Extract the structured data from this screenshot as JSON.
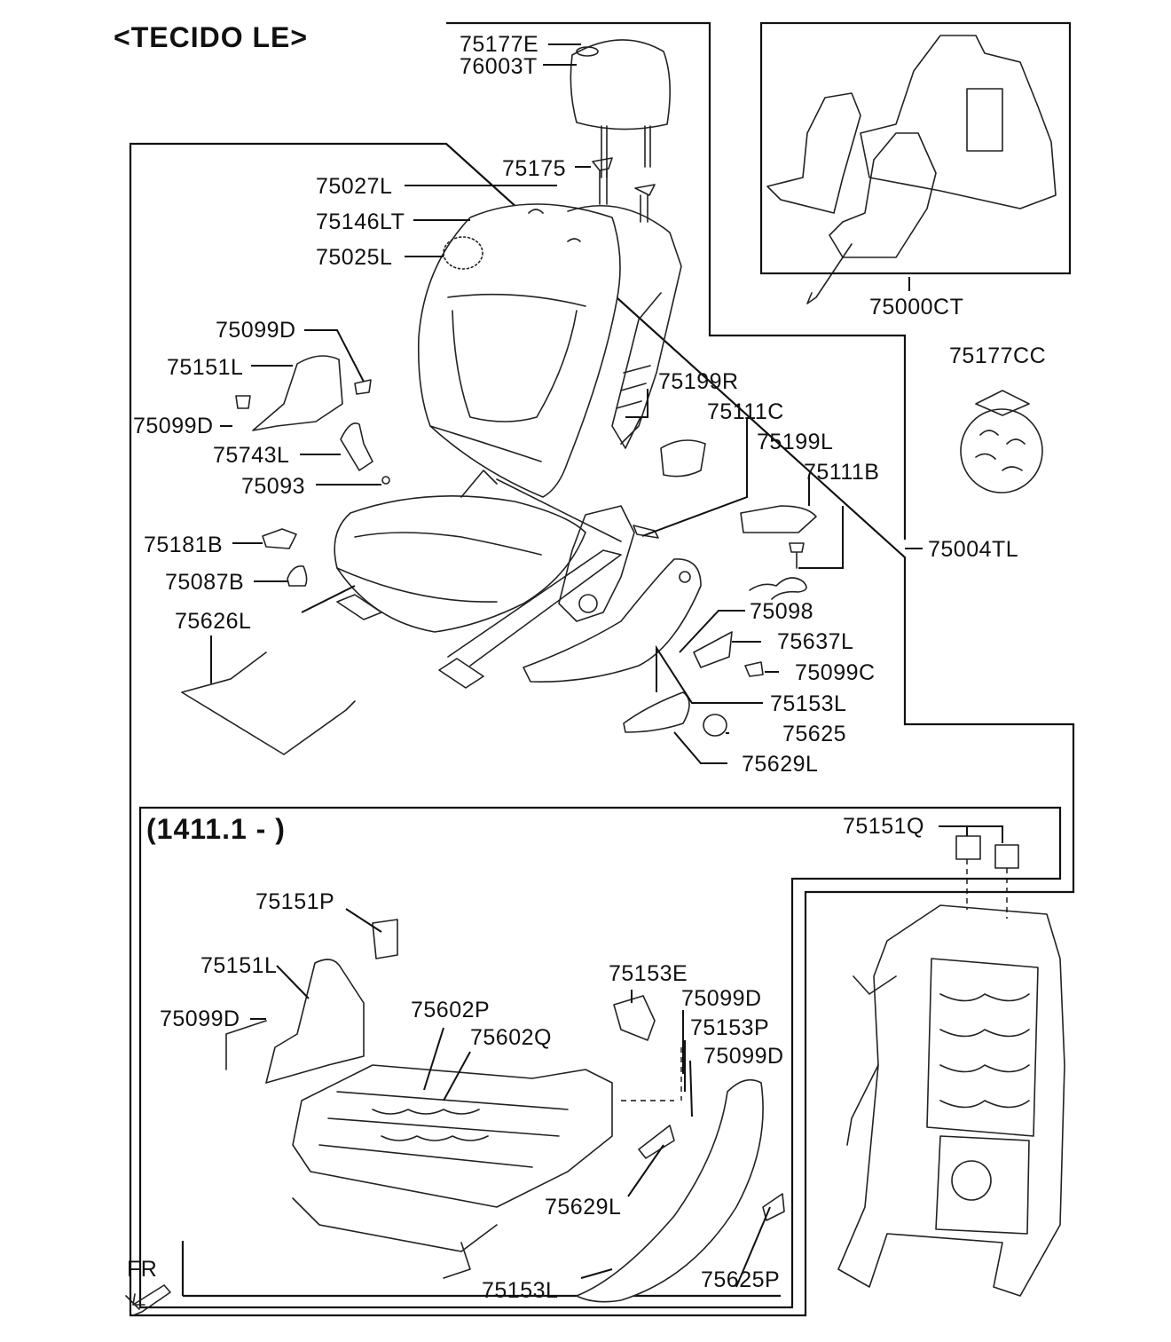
{
  "title": "<TECIDO LE>",
  "section_label": "(1411.1 - )",
  "orientation": "FR",
  "callouts": {
    "c75177E": "75177E",
    "c76003T": "76003T",
    "c75175": "75175",
    "c75027L": "75027L",
    "c75146LT": "75146LT",
    "c75025L": "75025L",
    "c75099D_a": "75099D",
    "c75151L_a": "75151L",
    "c75099D_b": "75099D",
    "c75743L": "75743L",
    "c75093": "75093",
    "c75181B": "75181B",
    "c75087B": "75087B",
    "c75626L": "75626L",
    "c75199R": "75199R",
    "c75111C": "75111C",
    "c75199L": "75199L",
    "c75111B": "75111B",
    "c75098": "75098",
    "c75637L": "75637L",
    "c75099C": "75099C",
    "c75153L_a": "75153L",
    "c75625": "75625",
    "c75629L_a": "75629L",
    "c75000CT": "75000CT",
    "c75177CC": "75177CC",
    "c75004TL": "75004TL",
    "c75151Q": "75151Q",
    "c75151P": "75151P",
    "c75151L_b": "75151L",
    "c75099D_c": "75099D",
    "c75602P": "75602P",
    "c75602Q": "75602Q",
    "c75153E": "75153E",
    "c75099D_d": "75099D",
    "c75153P": "75153P",
    "c75099D_e": "75099D",
    "c75629L_b": "75629L",
    "c75153L_b": "75153L",
    "c75625P": "75625P"
  }
}
